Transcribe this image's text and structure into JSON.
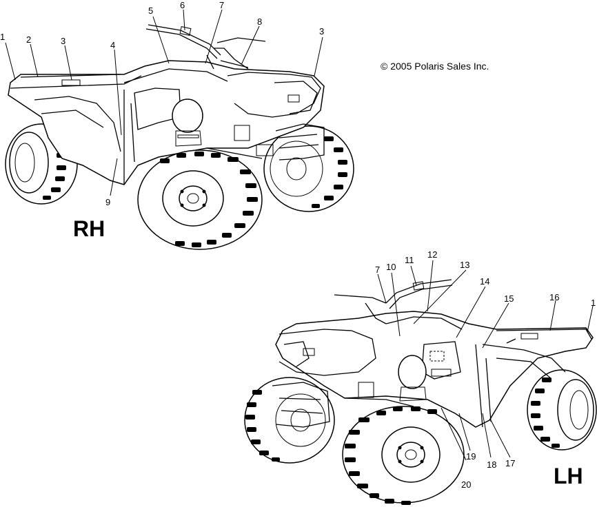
{
  "copyright": "© 2005 Polaris Sales Inc.",
  "rh": {
    "label": "RH",
    "callouts": [
      "1",
      "2",
      "3",
      "4",
      "5",
      "6",
      "7",
      "8",
      "3",
      "9"
    ]
  },
  "lh": {
    "label": "LH",
    "callouts": [
      "7",
      "10",
      "11",
      "12",
      "13",
      "14",
      "15",
      "16",
      "1",
      "19",
      "18",
      "17",
      "20"
    ]
  }
}
